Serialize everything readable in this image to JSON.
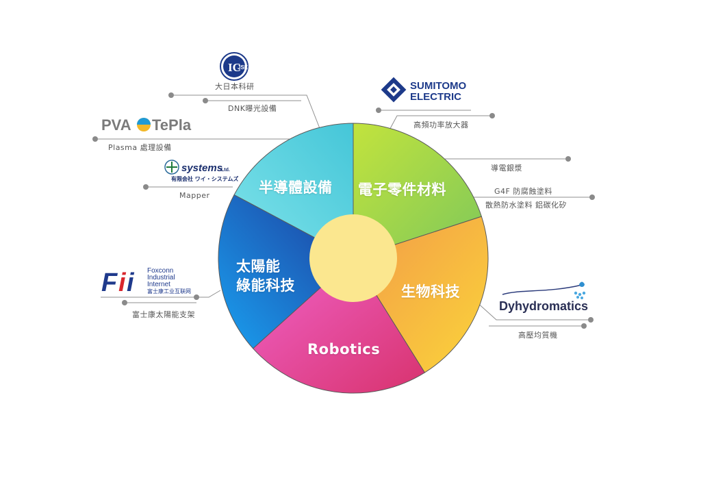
{
  "segments": [
    {
      "label": "半導體設備"
    },
    {
      "label": "電子零件材料"
    },
    {
      "label": "生物科技"
    },
    {
      "label": "Robotics"
    },
    {
      "label": "太陽能 綠能科技",
      "line1": "太陽能",
      "line2": "綠能科技"
    }
  ],
  "partners": {
    "icjse": {
      "logo_text": "IC JSE",
      "caption": "大日本科研"
    },
    "dnk": {
      "caption": "DNK曝光設備"
    },
    "pva": {
      "logo_text": "PVA TePla",
      "caption": "Plasma 處理設備"
    },
    "ysystems": {
      "logo_text": "systems Ltd.",
      "logo_sub": "有限会社 ワイ・システムズ",
      "caption": "Mapper"
    },
    "foxconn": {
      "logo_text": "Fii",
      "name_lines": [
        "Foxconn",
        "Industrial",
        "Internet"
      ],
      "name_cn": "富士康工业互联网",
      "caption": "富士康太陽能支架"
    },
    "sumitomo": {
      "logo_text": [
        "SUMITOMO",
        "ELECTRIC"
      ],
      "caption": "高頻功率放大器"
    },
    "conductive": {
      "caption": "導電銀漿"
    },
    "g4f": {
      "caption1": "G4F  防腐蝕塗料",
      "caption2": "散熱防水塗料  鋁碳化矽"
    },
    "dyhydro": {
      "logo_text": "Dyhydromatics",
      "caption": "高壓均質機"
    }
  },
  "colors": {
    "semiconductor": "#5fd3de",
    "electronic": "#a4d64a",
    "biotech": "#f5b942",
    "robotics": "#e0408f",
    "solar": "#2a62c9",
    "center": "#fbe78f",
    "leader": "#8f8f8f"
  }
}
